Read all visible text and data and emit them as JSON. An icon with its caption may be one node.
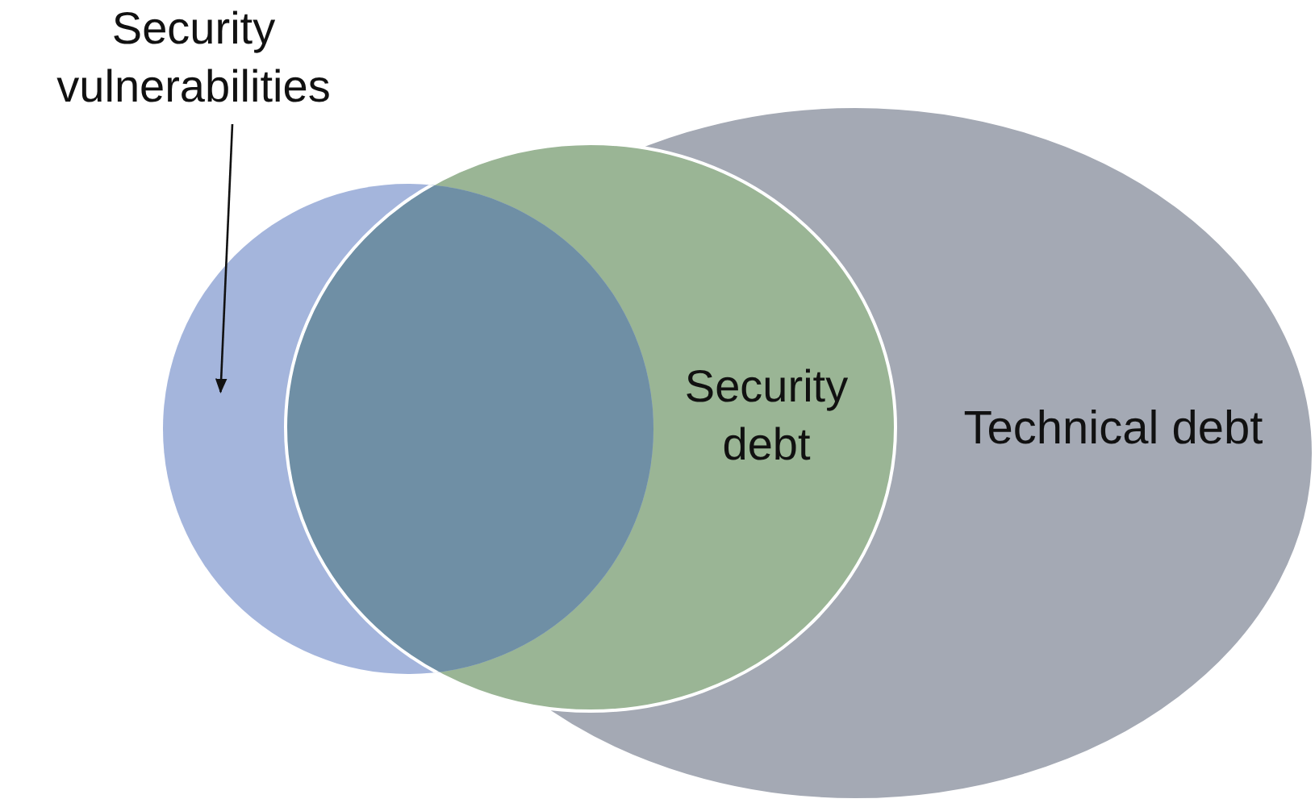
{
  "diagram": {
    "nodes": [
      {
        "text": [
          "Technical debt"
        ]
      },
      {
        "text": [
          "Security debt"
        ]
      },
      {
        "text": [
          "Security vulnerabilities"
        ]
      },
      {
        "text": [],
        "shape": "circle"
      }
    ],
    "edges": [
      {
        "from": 2,
        "to": 3,
        "arrow": "to"
      }
    ]
  }
}
